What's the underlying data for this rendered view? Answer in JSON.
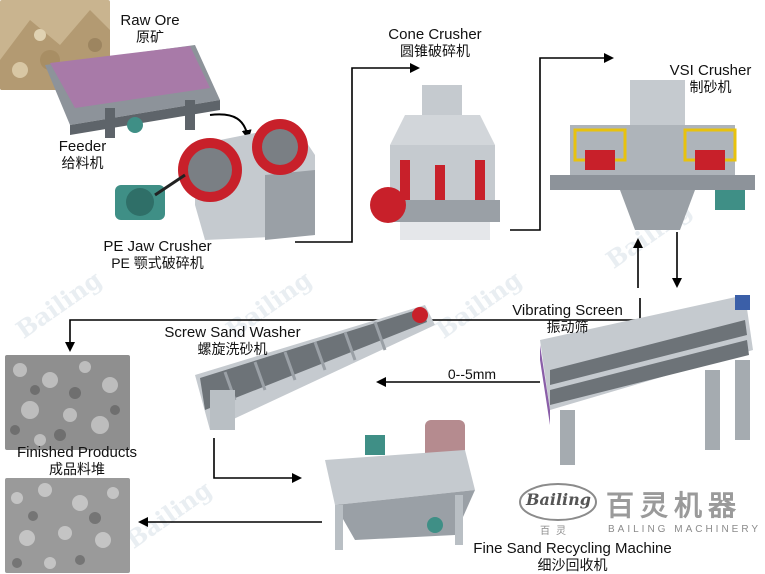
{
  "labels": {
    "raw_ore": {
      "en": "Raw Ore",
      "zh": "原矿"
    },
    "feeder": {
      "en": "Feeder",
      "zh": "给料机"
    },
    "jaw_crusher": {
      "en": "PE Jaw Crusher",
      "zh": "PE 颚式破碎机"
    },
    "cone_crusher": {
      "en": "Cone Crusher",
      "zh": "圆锥破碎机"
    },
    "vsi_crusher": {
      "en": "VSI Crusher",
      "zh": "制砂机"
    },
    "vibrating_screen": {
      "en": "Vibrating Screen",
      "zh": "振动筛"
    },
    "screw_sand_washer": {
      "en": "Screw Sand Washer",
      "zh": "螺旋洗砂机"
    },
    "finished_products": {
      "en": "Finished Products",
      "zh": "成品料堆"
    },
    "fine_sand": {
      "en": "Fine Sand Recycling Machine",
      "zh": "细沙回收机"
    },
    "size_range": "0--5mm"
  },
  "brand": {
    "logo_text": "Bailing",
    "chinese": "百灵机器",
    "sub_chinese": "百灵",
    "english": "BAILING MACHINERY"
  },
  "colors": {
    "flow_line": "#000000",
    "machine_red": "#c8202a",
    "machine_grey": "#b9bfc4",
    "screen_purple": "#8a5ea8",
    "motor_teal": "#3f8f86"
  }
}
